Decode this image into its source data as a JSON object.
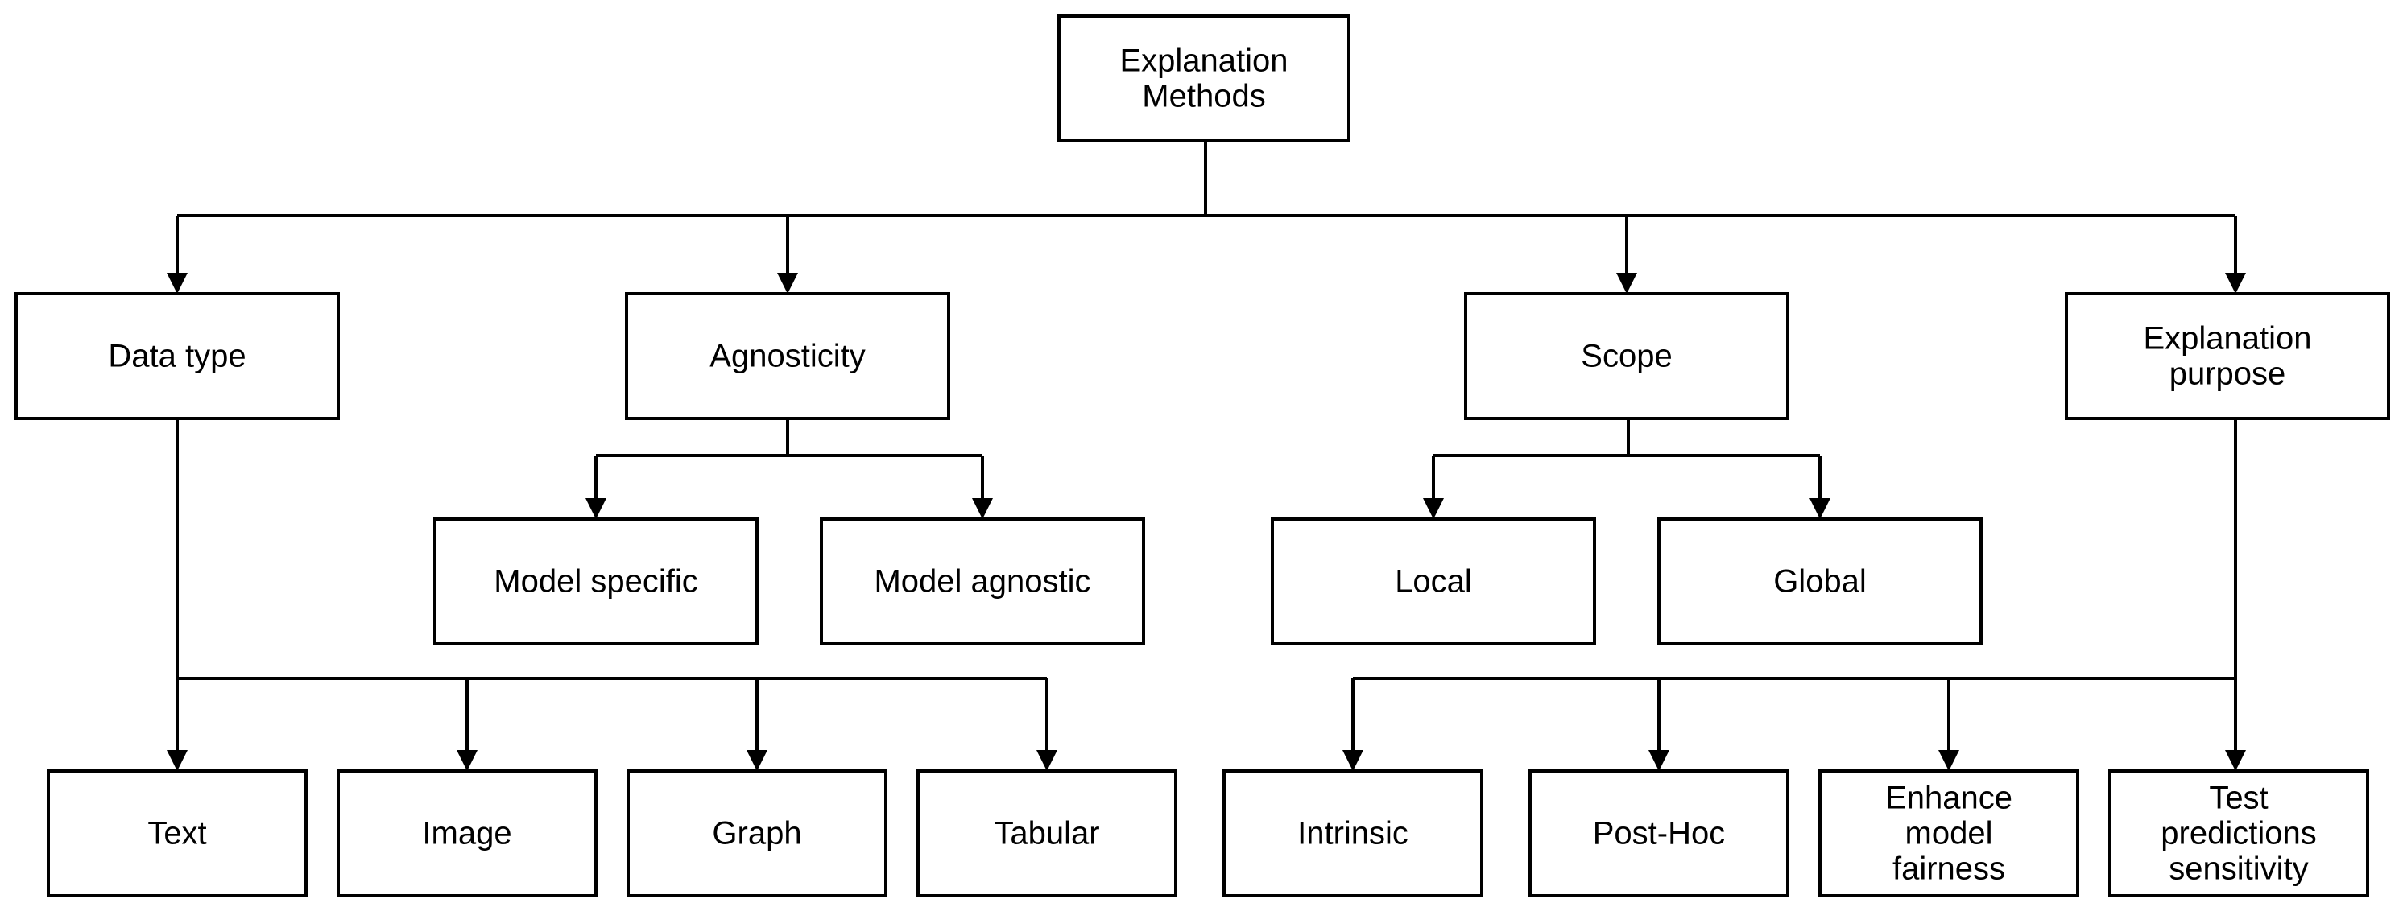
{
  "nodes": [
    {
      "id": "root",
      "lines": [
        "Explanation",
        "Methods"
      ]
    },
    {
      "id": "data-type",
      "lines": [
        "Data type"
      ]
    },
    {
      "id": "agnosticity",
      "lines": [
        "Agnosticity"
      ]
    },
    {
      "id": "scope",
      "lines": [
        "Scope"
      ]
    },
    {
      "id": "explanation-purpose",
      "lines": [
        "Explanation",
        "purpose"
      ]
    },
    {
      "id": "model-specific",
      "lines": [
        "Model specific"
      ]
    },
    {
      "id": "model-agnostic",
      "lines": [
        "Model agnostic"
      ]
    },
    {
      "id": "local",
      "lines": [
        "Local"
      ]
    },
    {
      "id": "global",
      "lines": [
        "Global"
      ]
    },
    {
      "id": "text",
      "lines": [
        "Text"
      ]
    },
    {
      "id": "image",
      "lines": [
        "Image"
      ]
    },
    {
      "id": "graph",
      "lines": [
        "Graph"
      ]
    },
    {
      "id": "tabular",
      "lines": [
        "Tabular"
      ]
    },
    {
      "id": "intrinsic",
      "lines": [
        "Intrinsic"
      ]
    },
    {
      "id": "post-hoc",
      "lines": [
        "Post-Hoc"
      ]
    },
    {
      "id": "enhance-model-fairness",
      "lines": [
        "Enhance",
        "model",
        "fairness"
      ]
    },
    {
      "id": "test-predictions-sensitivity",
      "lines": [
        "Test",
        "predictions",
        "sensitivity"
      ]
    }
  ],
  "edges": [
    {
      "from": "root",
      "to": "data-type"
    },
    {
      "from": "root",
      "to": "agnosticity"
    },
    {
      "from": "root",
      "to": "scope"
    },
    {
      "from": "root",
      "to": "explanation-purpose"
    },
    {
      "from": "agnosticity",
      "to": "model-specific"
    },
    {
      "from": "agnosticity",
      "to": "model-agnostic"
    },
    {
      "from": "scope",
      "to": "local"
    },
    {
      "from": "scope",
      "to": "global"
    },
    {
      "from": "data-type",
      "to": "text"
    },
    {
      "from": "data-type",
      "to": "image"
    },
    {
      "from": "data-type",
      "to": "graph"
    },
    {
      "from": "data-type",
      "to": "tabular"
    },
    {
      "from": "explanation-purpose",
      "to": "intrinsic"
    },
    {
      "from": "explanation-purpose",
      "to": "post-hoc"
    },
    {
      "from": "explanation-purpose",
      "to": "enhance-model-fairness"
    },
    {
      "from": "explanation-purpose",
      "to": "test-predictions-sensitivity"
    }
  ]
}
